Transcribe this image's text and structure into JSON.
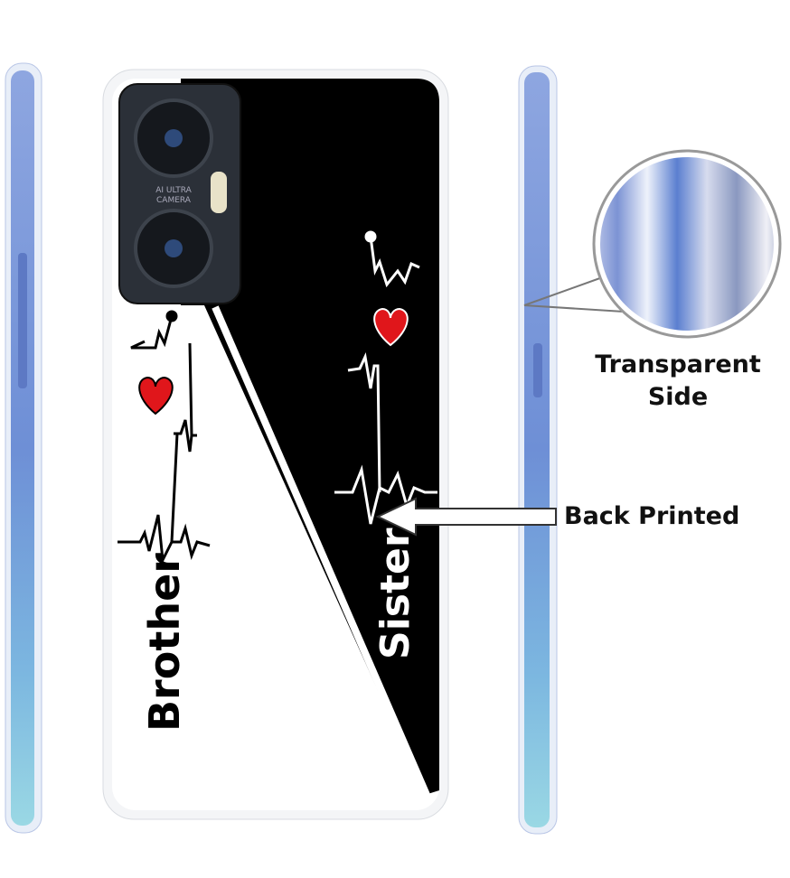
{
  "camera": {
    "line1": "AI ULTRA",
    "line2": "CAMERA"
  },
  "case_print": {
    "left_word": "Brother",
    "right_word": "Sister"
  },
  "callouts": {
    "side_line1": "Transparent",
    "side_line2": "Side",
    "back": "Back Printed"
  },
  "colors": {
    "heart": "#e0161b",
    "frame": "#7f9fd8",
    "print_black": "#000000"
  }
}
